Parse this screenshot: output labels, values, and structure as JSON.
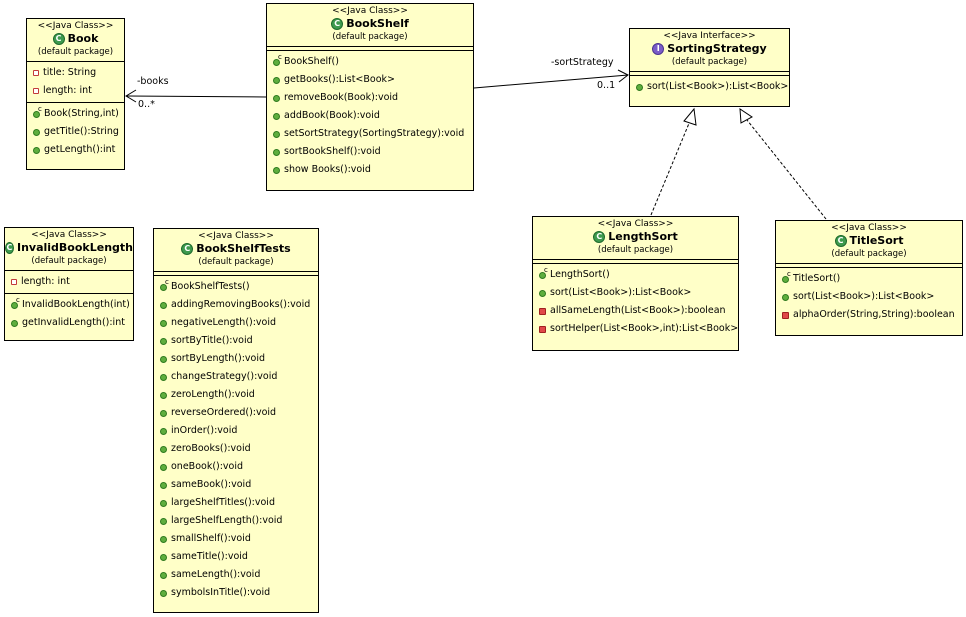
{
  "stereotype_class": "<<Java Class>>",
  "stereotype_interface": "<<Java Interface>>",
  "package": "(default package)",
  "class_icon_letter": "C",
  "interface_icon_letter": "I",
  "classes": {
    "book": {
      "name": "Book",
      "fields": [
        "title: String",
        "length: int"
      ],
      "methods": [
        "Book(String,int)",
        "getTitle():String",
        "getLength():int"
      ]
    },
    "bookshelf": {
      "name": "BookShelf",
      "methods": [
        "BookShelf()",
        "getBooks():List<Book>",
        "removeBook(Book):void",
        "addBook(Book):void",
        "setSortStrategy(SortingStrategy):void",
        "sortBookShelf():void",
        "show Books():void"
      ]
    },
    "sortingstrategy": {
      "name": "SortingStrategy",
      "methods": [
        "sort(List<Book>):List<Book>"
      ]
    },
    "invalidbooklength": {
      "name": "InvalidBookLength",
      "fields": [
        "length: int"
      ],
      "methods": [
        "InvalidBookLength(int)",
        "getInvalidLength():int"
      ]
    },
    "bookshelftests": {
      "name": "BookShelfTests",
      "methods": [
        "BookShelfTests()",
        "addingRemovingBooks():void",
        "negativeLength():void",
        "sortByTitle():void",
        "sortByLength():void",
        "changeStrategy():void",
        "zeroLength():void",
        "reverseOrdered():void",
        "inOrder():void",
        "zeroBooks():void",
        "oneBook():void",
        "sameBook():void",
        "largeShelfTitles():void",
        "largeShelfLength():void",
        "smallShelf():void",
        "sameTitle():void",
        "sameLength():void",
        "symbolsInTitle():void"
      ]
    },
    "lengthsort": {
      "name": "LengthSort",
      "methods": [
        "LengthSort()",
        "sort(List<Book>):List<Book>",
        "allSameLength(List<Book>):boolean",
        "sortHelper(List<Book>,int):List<Book>"
      ]
    },
    "titlesort": {
      "name": "TitleSort",
      "methods": [
        "TitleSort()",
        "sort(List<Book>):List<Book>",
        "alphaOrder(String,String):boolean"
      ]
    }
  },
  "associations": {
    "books": {
      "role": "-books",
      "multiplicity": "0..*"
    },
    "sort_strategy": {
      "role": "-sortStrategy",
      "multiplicity": "0..1"
    }
  }
}
